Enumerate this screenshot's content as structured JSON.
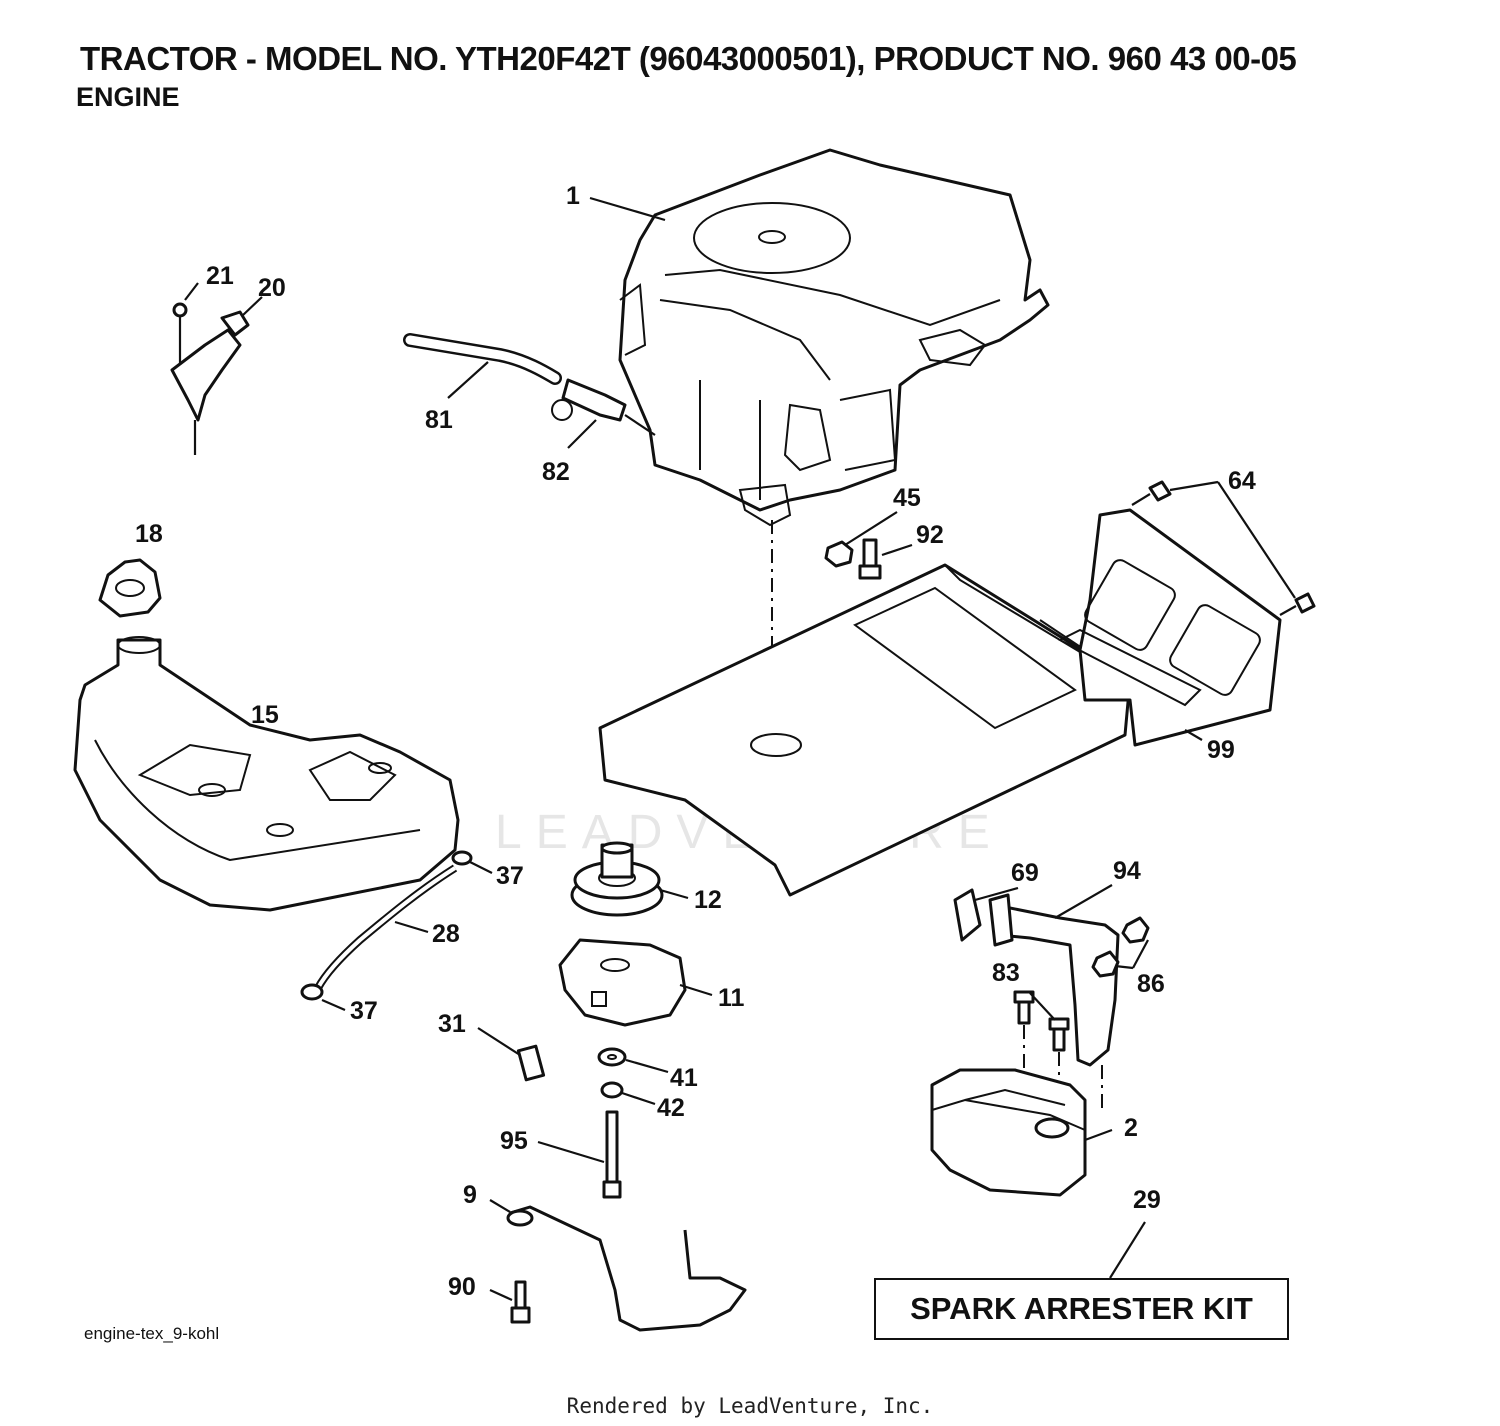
{
  "header": {
    "title": "TRACTOR - MODEL NO. YTH20F42T (96043000501), PRODUCT NO. 960 43 00-05",
    "subtitle": "ENGINE"
  },
  "diagram": {
    "callouts": [
      "1",
      "21",
      "20",
      "81",
      "82",
      "45",
      "92",
      "64",
      "18",
      "15",
      "99",
      "12",
      "37",
      "28",
      "37",
      "11",
      "31",
      "41",
      "42",
      "95",
      "9",
      "90",
      "69",
      "94",
      "86",
      "83",
      "2",
      "29"
    ],
    "kit_label": "SPARK ARRESTER KIT",
    "drawing_code": "engine-tex_9-kohl",
    "watermark": "LEADVENTURE"
  },
  "footer": {
    "rendered_by": "Rendered by LeadVenture, Inc."
  }
}
